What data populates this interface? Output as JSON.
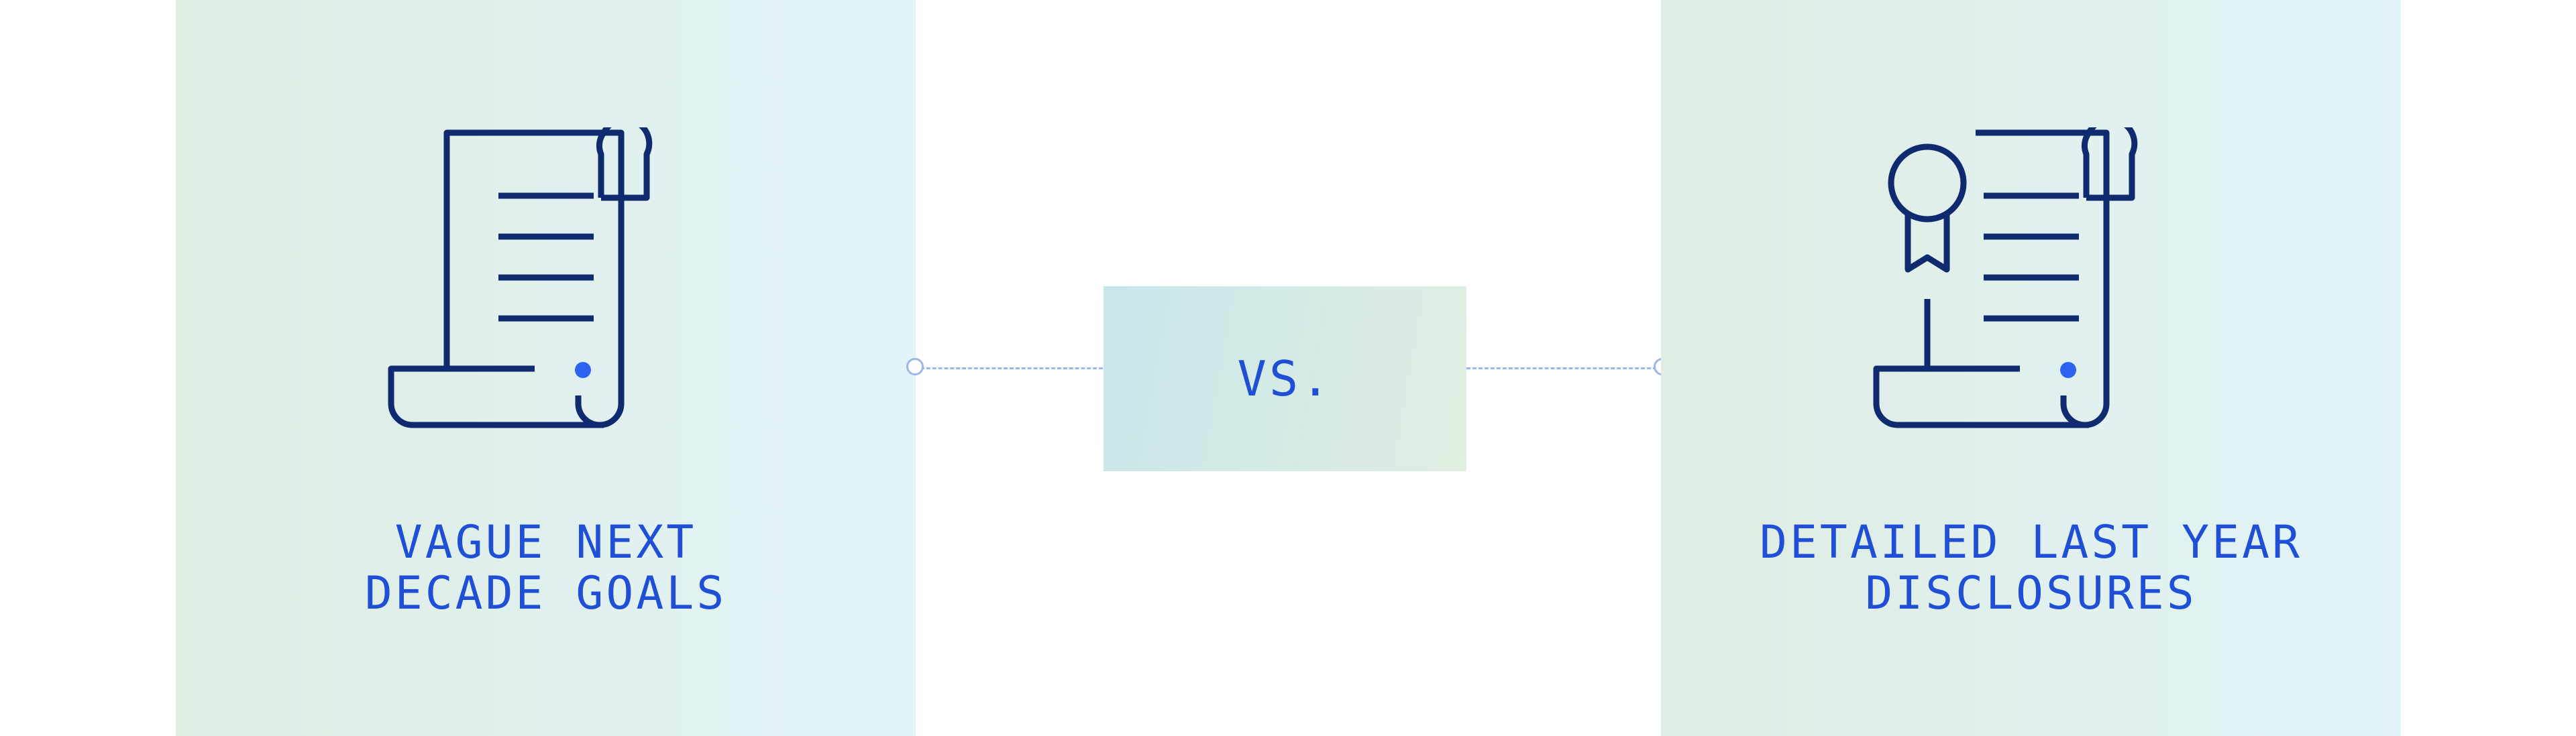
{
  "colors": {
    "panel_gradient_start": "#dfece2",
    "panel_gradient_end": "#e2f4f9",
    "icon_stroke": "#0f2a6e",
    "icon_accent": "#2b63f0",
    "text": "#1f4fd6",
    "connector": "#9cb6ec"
  },
  "left": {
    "icon": "scroll-document-icon",
    "caption_line1": "VAGUE NEXT",
    "caption_line2": "DECADE GOALS"
  },
  "center": {
    "label": "VS."
  },
  "right": {
    "icon": "certificate-scroll-icon",
    "caption_line1": "DETAILED LAST YEAR",
    "caption_line2": "DISCLOSURES"
  }
}
